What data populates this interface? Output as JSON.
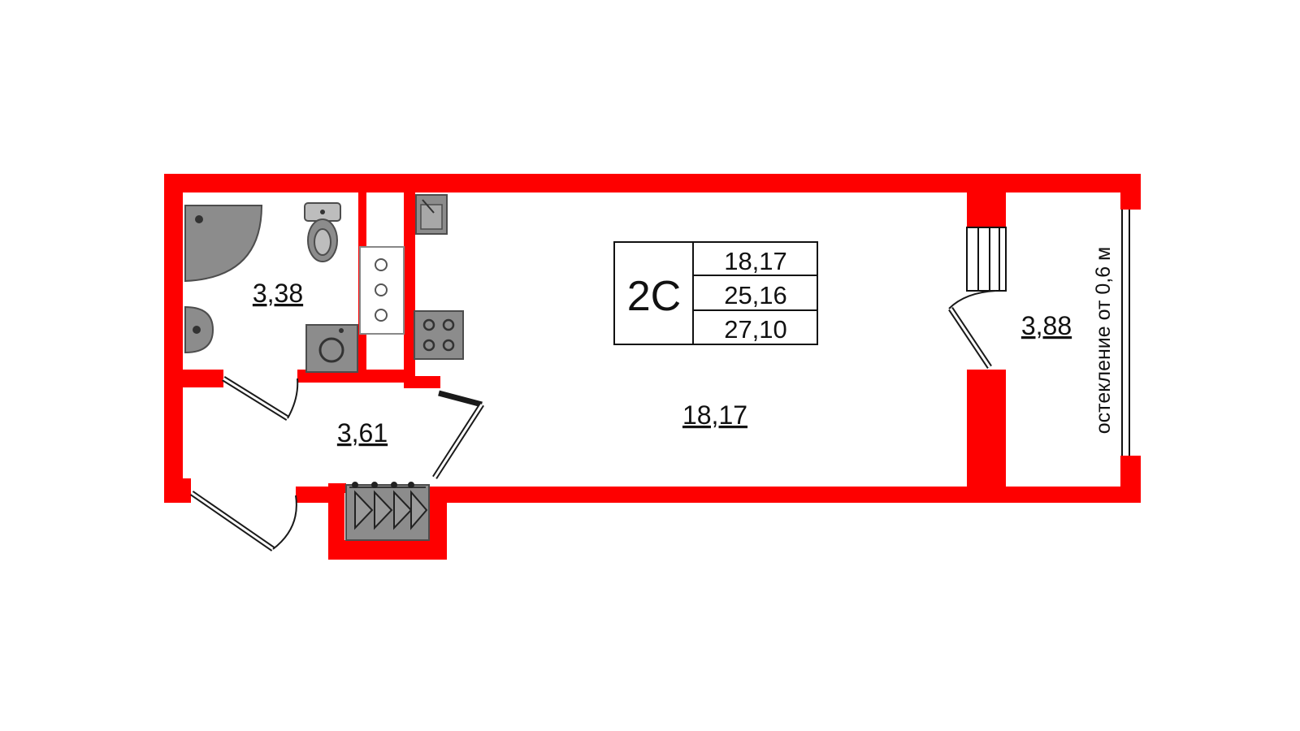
{
  "apartment": {
    "type_label": "2С",
    "areas_table": [
      "18,17",
      "25,16",
      "27,10"
    ]
  },
  "rooms": {
    "bathroom_area": "3,38",
    "hallway_area": "3,61",
    "living_area": "18,17",
    "balcony_area": "3,88"
  },
  "balcony": {
    "glazing_note": "остекление от 0,6 м"
  },
  "colors": {
    "walls": "#fe0000",
    "fixtures": "#8c8c8c",
    "background": "#ffffff"
  }
}
